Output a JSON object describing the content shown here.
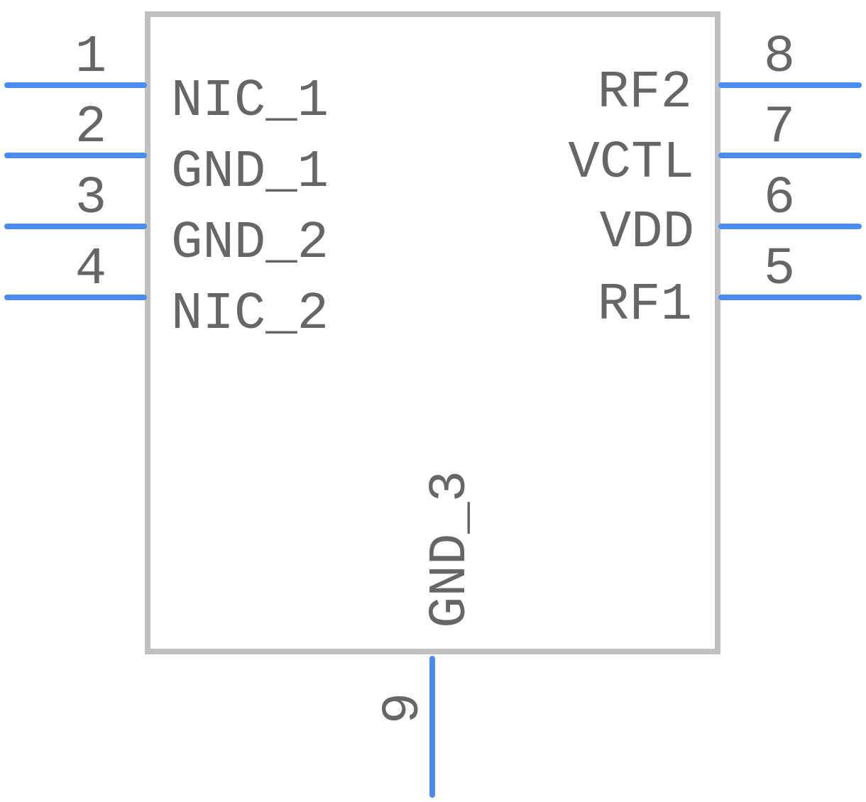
{
  "component": {
    "left_pins": [
      {
        "number": "1",
        "name": "NIC_1"
      },
      {
        "number": "2",
        "name": "GND_1"
      },
      {
        "number": "3",
        "name": "GND_2"
      },
      {
        "number": "4",
        "name": "NIC_2"
      }
    ],
    "right_pins": [
      {
        "number": "8",
        "name": "RF2"
      },
      {
        "number": "7",
        "name": "VCTL"
      },
      {
        "number": "6",
        "name": "VDD"
      },
      {
        "number": "5",
        "name": "RF1"
      }
    ],
    "bottom_pins": [
      {
        "number": "9",
        "name": "GND_3"
      }
    ]
  },
  "colors": {
    "pin": "#4a8cf0",
    "body_outline": "#c0c0c0",
    "text": "#666666"
  }
}
